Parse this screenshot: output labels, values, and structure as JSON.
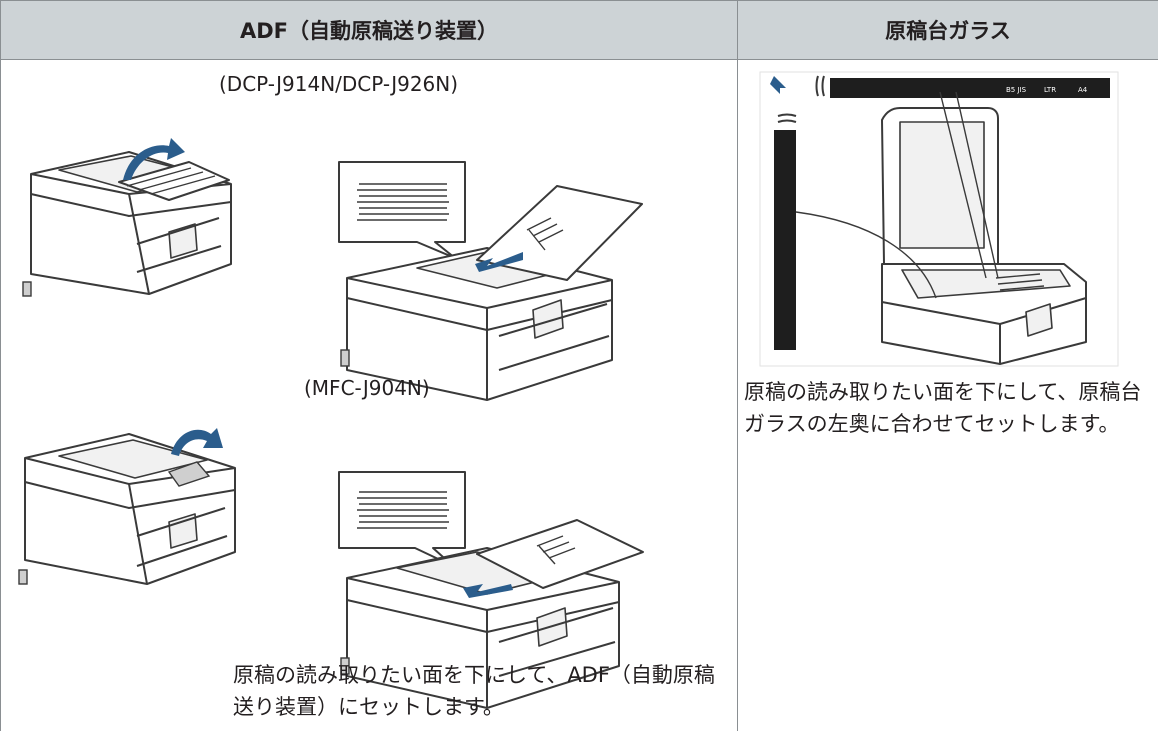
{
  "table": {
    "headers": [
      "ADF（自動原稿送り装置）",
      "原稿台ガラス"
    ]
  },
  "adf": {
    "model_1": "(DCP-J914N/DCP-J926N)",
    "model_2": "(MFC-J904N)",
    "description": "原稿の読み取りたい面を下にして、ADF（自動原稿送り装置）にセットします。"
  },
  "glass": {
    "description": "原稿の読み取りたい面を下にして、原稿台ガラスの左奥に合わせてセットします。",
    "guide_labels": [
      "B5 JIS",
      "LTR",
      "A4"
    ]
  },
  "colors": {
    "header_bg": "#cdd3d6",
    "border": "#8a8f92",
    "arrow": "#2b5d8c",
    "text": "#231f20"
  }
}
